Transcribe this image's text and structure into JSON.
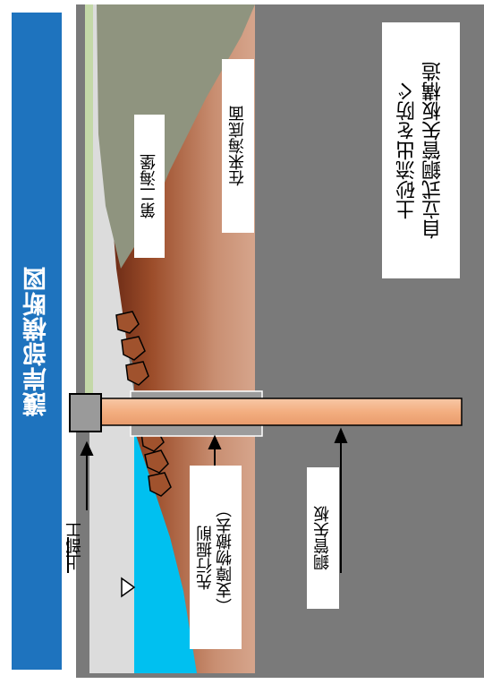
{
  "title": "護岸部横断図",
  "labels": {
    "upper_work": "上部工",
    "second_seawall": "第二海堡",
    "existing_seabed": "在来海底面",
    "structure_line1": "土砂流出を防ぐ",
    "structure_line2": "自立式鋼管矢板構造",
    "pre_excavation_line1": "先行掘削",
    "pre_excavation_line2": "（支障物撤去）",
    "steel_pipe_sheet_pile": "鋼管矢板"
  },
  "colors": {
    "title_bar": "#1e73be",
    "water": "#00c0f0",
    "ground_gray": "#7a7a7a",
    "seawall_olive": "#8f947f",
    "seabed_brown": "#b5694a",
    "pile": "#f4b58a",
    "rubble": "#a0522d"
  },
  "icons": [
    "water-level-triangle-icon",
    "arrow-up-icon"
  ]
}
